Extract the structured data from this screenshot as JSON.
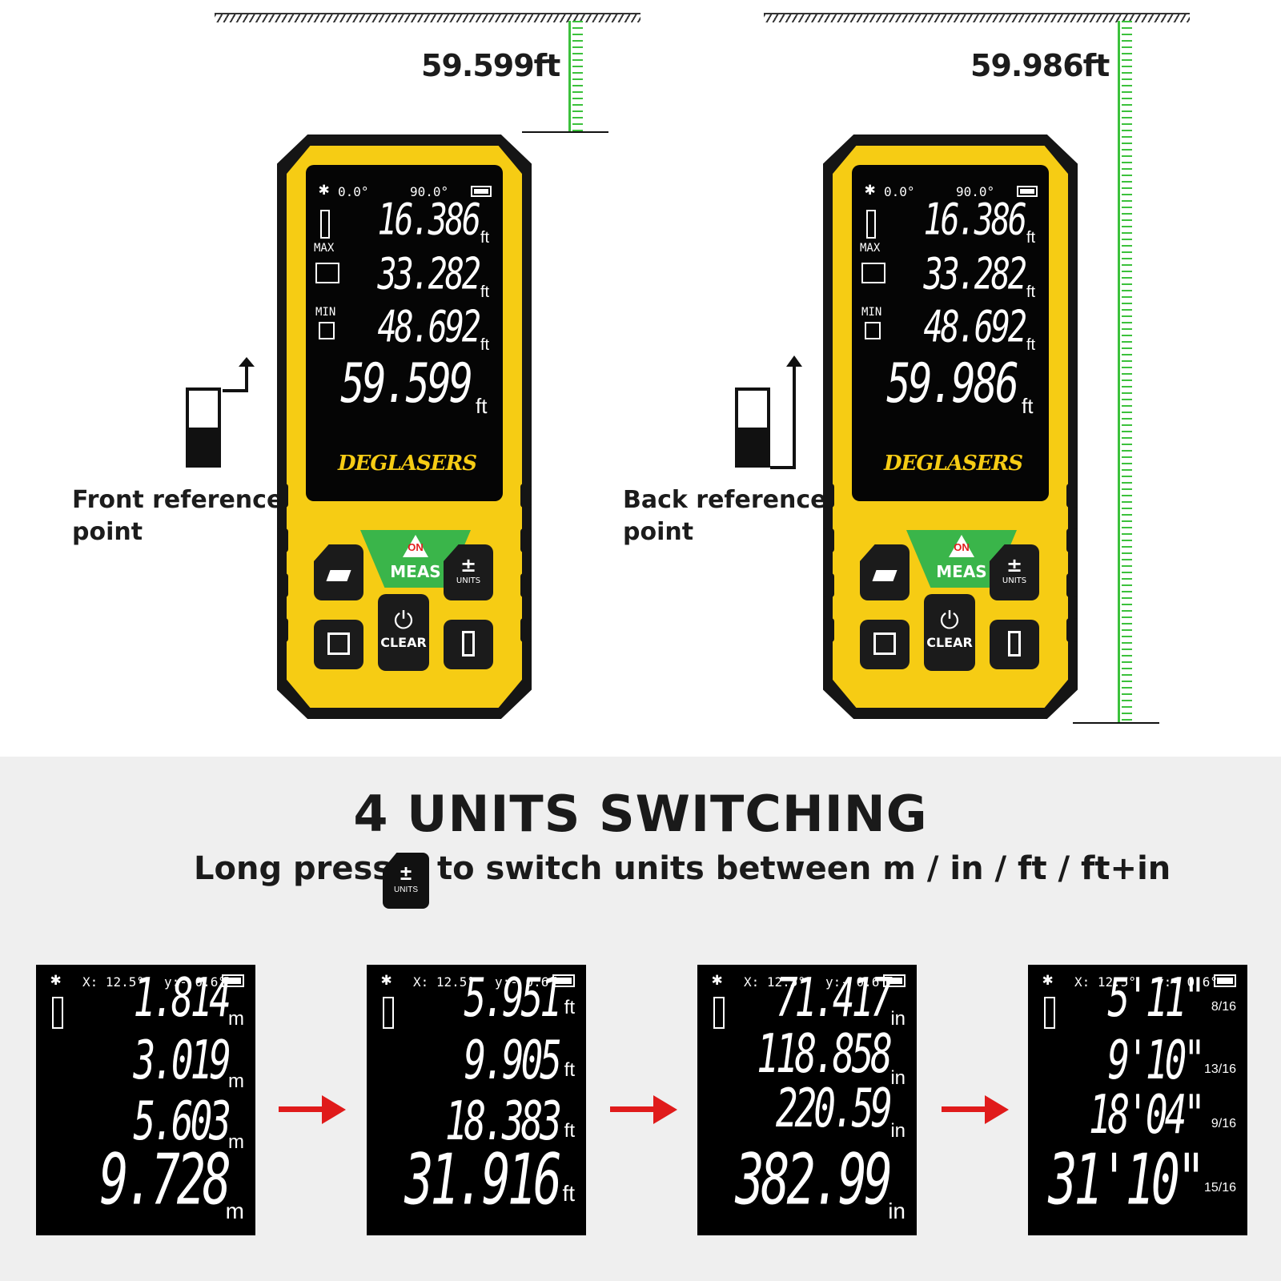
{
  "measurements": {
    "front_value": "59.599ft",
    "back_value": "59.986ft"
  },
  "devices": [
    {
      "x_angle": "0.0°",
      "y_angle": "90.0°",
      "readings": [
        "16.386",
        "33.282",
        "48.692"
      ],
      "main": "59.599",
      "unit": "ft",
      "label_max": "MAX",
      "label_min": "MIN",
      "brand": "DEGLASERS",
      "btn_on": "ON",
      "btn_meas": "MEAS",
      "btn_clear": "CLEAR",
      "btn_units": "UNITS",
      "btn_units_sign": "±"
    },
    {
      "x_angle": "0.0°",
      "y_angle": "90.0°",
      "readings": [
        "16.386",
        "33.282",
        "48.692"
      ],
      "main": "59.986",
      "unit": "ft",
      "label_max": "MAX",
      "label_min": "MIN",
      "brand": "DEGLASERS",
      "btn_on": "ON",
      "btn_meas": "MEAS",
      "btn_clear": "CLEAR",
      "btn_units": "UNITS",
      "btn_units_sign": "±"
    }
  ],
  "reference": {
    "front_line1": "Front reference",
    "front_line2": "point",
    "back_line1": "Back reference",
    "back_line2": "point"
  },
  "switching": {
    "heading": "4 UNITS SWITCHING",
    "sub_prefix": "Long press",
    "sub_suffix": "to switch units between m / in / ft / ft+in",
    "key_sign": "±",
    "key_label": "UNITS"
  },
  "panels": [
    {
      "x": "X: 12.5°",
      "y": "y:- 0.6°",
      "rows": [
        "1.814",
        "3.019",
        "5.603"
      ],
      "main": "9.728",
      "unit": "m",
      "units": [
        "m",
        "m",
        "m"
      ]
    },
    {
      "x": "X: 12.5°",
      "y": "y:- 0.6°",
      "rows": [
        "5.951",
        "9.905",
        "18.383"
      ],
      "main": "31.916",
      "unit": "ft",
      "units": [
        "ft",
        "ft",
        "ft"
      ]
    },
    {
      "x": "X: 12.5°",
      "y": "y:- 0.6°",
      "rows": [
        "71.417",
        "118.858",
        "220.59"
      ],
      "main": "382.99",
      "unit": "in",
      "units": [
        "in",
        "in",
        "in"
      ]
    },
    {
      "x": "X: 12.5°",
      "y": "y:- 0.6°",
      "rows": [
        "5'11\"",
        "9'10\"",
        "18'04\""
      ],
      "main": "31'10\"",
      "unit": "15/16",
      "units": [
        "8/16",
        "13/16",
        "9/16"
      ]
    }
  ],
  "colors": {
    "device_yellow": "#f6cc14",
    "ruler_green": "#3cc13c",
    "meas_green": "#3ab54a",
    "arrow_red": "#e01b1b"
  }
}
